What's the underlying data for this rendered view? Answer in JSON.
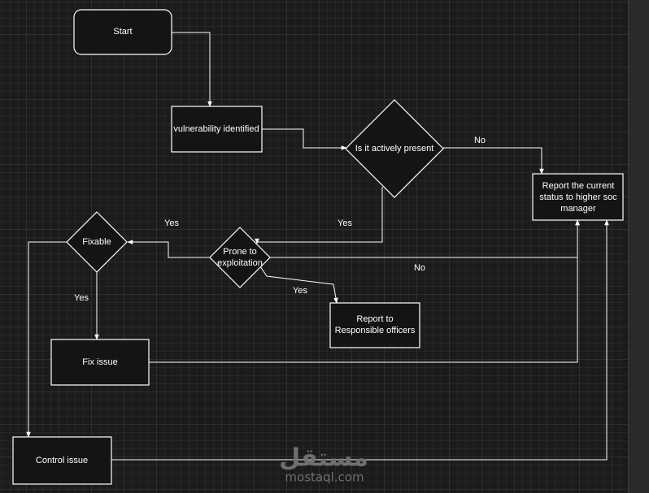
{
  "nodes": {
    "start": "Start",
    "vulnerability": "vulnerability identified",
    "actively_present": "Is it actively present",
    "report_manager": [
      "Report the current",
      "status to higher soc",
      "manager"
    ],
    "prone": [
      "Prone to",
      "exploitation"
    ],
    "fixable": "Fixable",
    "report_officers": [
      "Report to",
      "Responsible officers"
    ],
    "fix_issue": "Fix issue",
    "control_issue": "Control issue"
  },
  "edge_labels": {
    "no_active": "No",
    "yes_active": "Yes",
    "yes_prone_fixable": "Yes",
    "no_prone": "No",
    "yes_prone_report": "Yes",
    "yes_fixable": "Yes"
  },
  "watermark": {
    "arabic": "مستقل",
    "latin": "mostaql.com"
  },
  "colors": {
    "background": "#1b1b1b",
    "stroke": "#ffffff",
    "text": "#ffffff",
    "watermark": "#6f6f6f"
  }
}
